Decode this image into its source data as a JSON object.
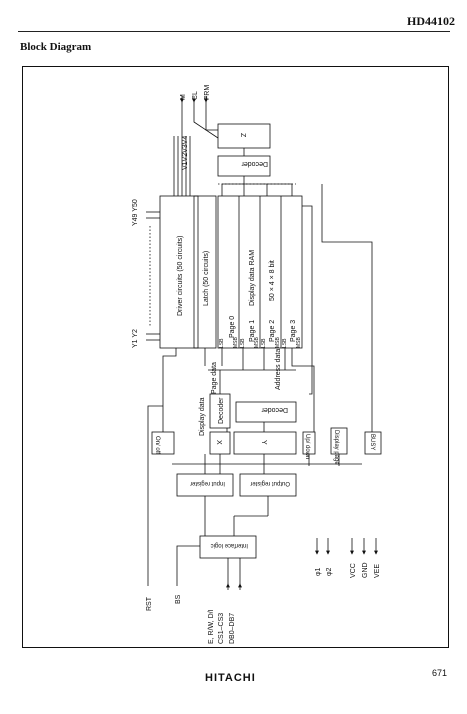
{
  "header": {
    "doc_code": "HD44102"
  },
  "section": {
    "title": "Block Diagram"
  },
  "diagram": {
    "top_signals": [
      "M",
      "CL",
      "FRM"
    ],
    "power_pins": "V1V2V3V4",
    "y_high": "Y49 Y50",
    "y_low": "Y1 Y2",
    "blocks": {
      "z": "Z",
      "decoder_top": "Decoder",
      "driver": "Driver circuits (50 circuits)",
      "latch": "Latch (50 circuits)",
      "ram_title": "Display data RAM",
      "ram_size": "50 × 4 × 8 bit",
      "page0": "Page 0",
      "page1": "Page 1",
      "page2": "Page 2",
      "page3": "Page 3",
      "lsb": "LSB",
      "msb": "MSB",
      "decoder_x": "Decoder",
      "decoder_y": "Decoder",
      "x": "X",
      "y": "Y",
      "updown": "Up/ down",
      "display_page": "Display page",
      "busy": "BUSY",
      "onoff": "On/ off",
      "input_reg": "Input register",
      "output_reg": "Output register",
      "interface": "Interface logic"
    },
    "labels": {
      "page_data": "Page data",
      "display_data": "Display data",
      "address_data": "Address data"
    },
    "bottom_inputs": {
      "rst": "RST",
      "bs": "BS",
      "e_rw_di": "E, R/W, D/I",
      "cs": "CS1–CS3",
      "db": "DB0–DB7"
    },
    "right_pins": [
      "φ1",
      "φ2",
      "VCC",
      "GND",
      "VEE"
    ]
  },
  "footer": {
    "brand": "HITACHI",
    "page_number": "671"
  }
}
